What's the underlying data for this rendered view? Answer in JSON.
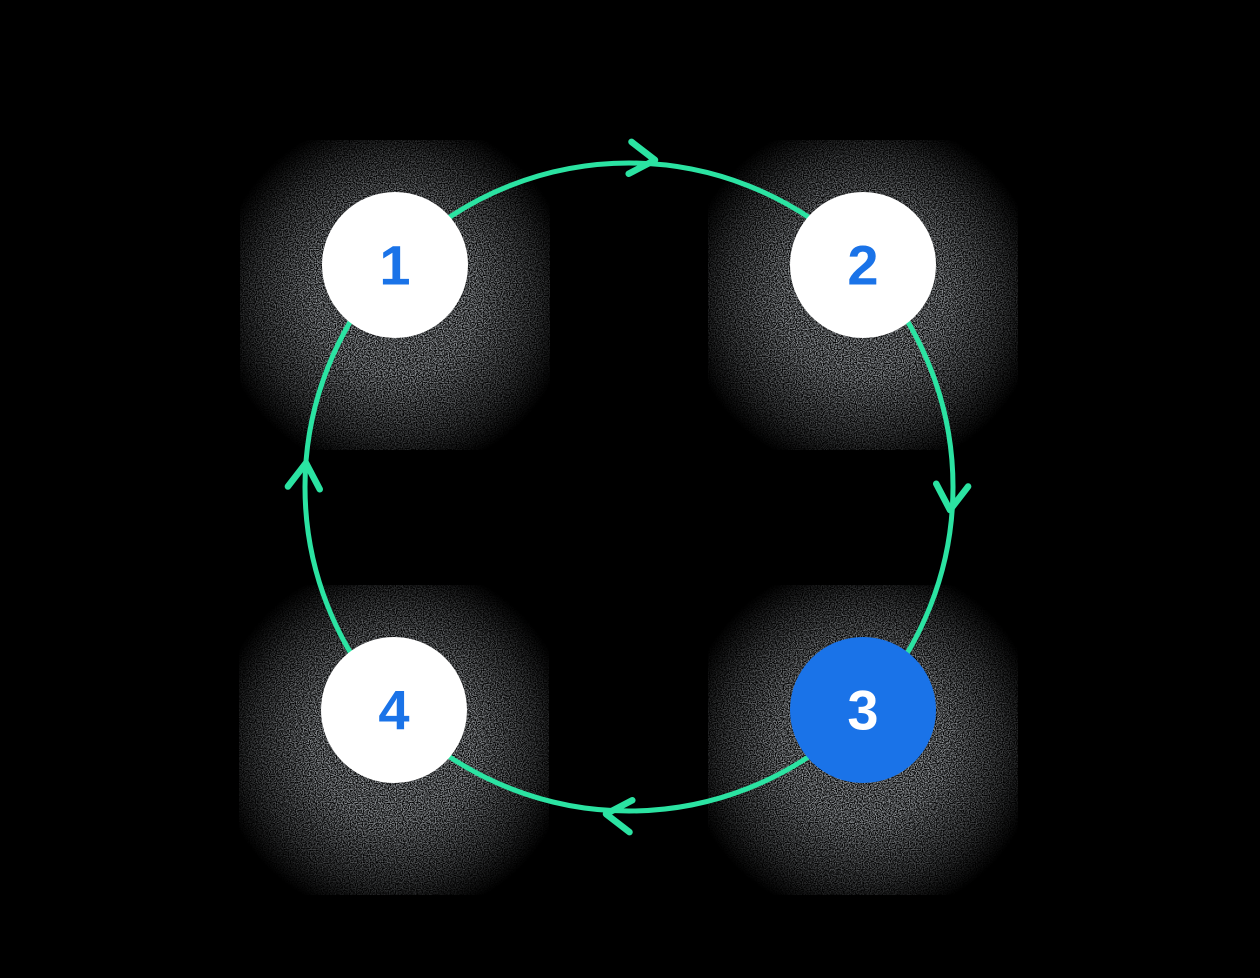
{
  "diagram": {
    "type": "cycle",
    "direction": "clockwise",
    "title": "",
    "steps": [
      {
        "label": "1",
        "active": false
      },
      {
        "label": "2",
        "active": false
      },
      {
        "label": "3",
        "active": true
      },
      {
        "label": "4",
        "active": false
      }
    ],
    "active_step": "3",
    "icons": {
      "arrow": "chevron-arrow-icon"
    },
    "colors": {
      "background": "#000000",
      "ring": "#2BE3A2",
      "node_fill": "#FFFFFF",
      "node_label": "#1A73E8",
      "active_node_fill": "#1A73E8",
      "active_node_label": "#FFFFFF",
      "shadow_grain": "#B9B9B9"
    }
  }
}
